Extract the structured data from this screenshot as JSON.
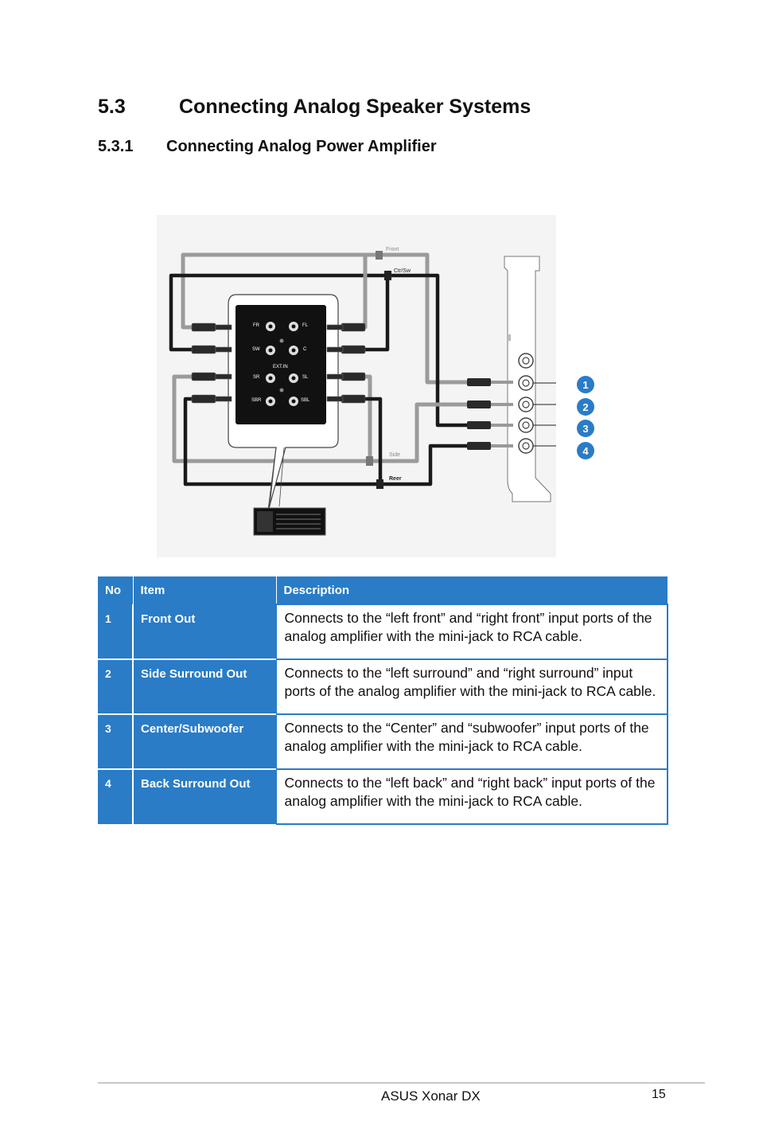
{
  "section": {
    "number": "5.3",
    "title": "Connecting Analog Speaker Systems"
  },
  "subsection": {
    "number": "5.3.1",
    "title": "Connecting Analog Power Amplifier"
  },
  "diagram": {
    "amp_labels": {
      "fr": "FR",
      "fl": "FL",
      "sw": "SW",
      "c": "C",
      "ext_in": "EXT.IN",
      "sr": "SR",
      "sl": "SL",
      "sbr": "SBR",
      "sbl": "SBL"
    },
    "cable_labels": {
      "front": "Front",
      "ctr_sw": "Ctr/Sw",
      "side": "Side",
      "rear": "Reer"
    },
    "callouts": [
      "1",
      "2",
      "3",
      "4"
    ]
  },
  "table": {
    "headers": {
      "no": "No",
      "item": "Item",
      "description": "Description"
    },
    "rows": [
      {
        "no": "1",
        "item": "Front Out",
        "description": "Connects to the “left front” and “right front” input ports of the analog amplifier with the mini-jack to RCA cable."
      },
      {
        "no": "2",
        "item": "Side Surround Out",
        "description": "Connects to the “left surround” and “right surround” input ports of the analog amplifier with the mini-jack to RCA cable."
      },
      {
        "no": "3",
        "item": "Center/Subwoofer",
        "description": "Connects to the “Center” and “subwoofer” input ports of the analog amplifier with the mini-jack to RCA cable."
      },
      {
        "no": "4",
        "item": "Back Surround Out",
        "description": "Connects to the “left back” and “right back” input ports of the analog amplifier with the mini-jack to RCA cable."
      }
    ]
  },
  "footer": {
    "title": "ASUS Xonar DX",
    "page": "15"
  },
  "colors": {
    "table_blue": "#2a7cc7",
    "callout_blue": "#2a7cc7"
  }
}
